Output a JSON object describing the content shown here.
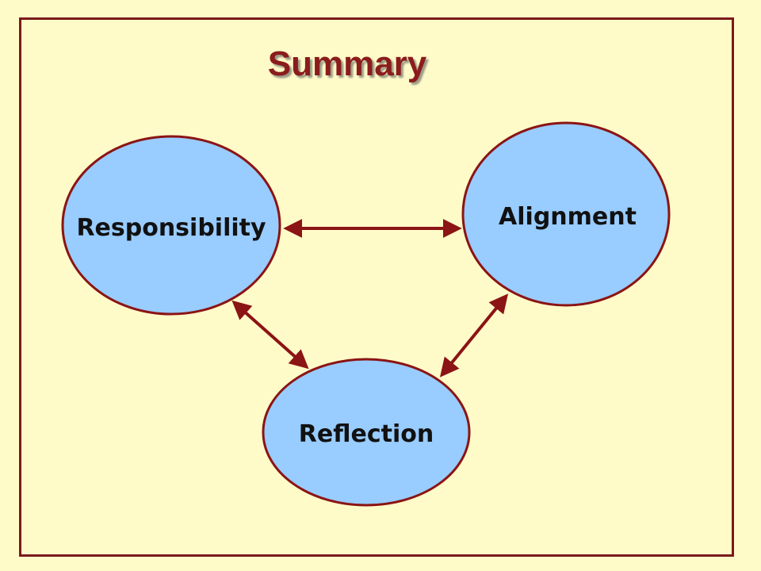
{
  "slide": {
    "title": "Summary"
  },
  "nodes": [
    {
      "id": "responsibility",
      "label": "Responsibility"
    },
    {
      "id": "alignment",
      "label": "Alignment"
    },
    {
      "id": "reflection",
      "label": "Reflection"
    }
  ],
  "edges": [
    {
      "from": "responsibility",
      "to": "alignment",
      "direction": "both"
    },
    {
      "from": "responsibility",
      "to": "reflection",
      "direction": "both"
    },
    {
      "from": "alignment",
      "to": "reflection",
      "direction": "both"
    }
  ],
  "colors": {
    "background": "#fffbc9",
    "border": "#7a1a1a",
    "title": "#8b1c1c",
    "node_fill": "#99ccff",
    "arrow": "#8b1414"
  }
}
